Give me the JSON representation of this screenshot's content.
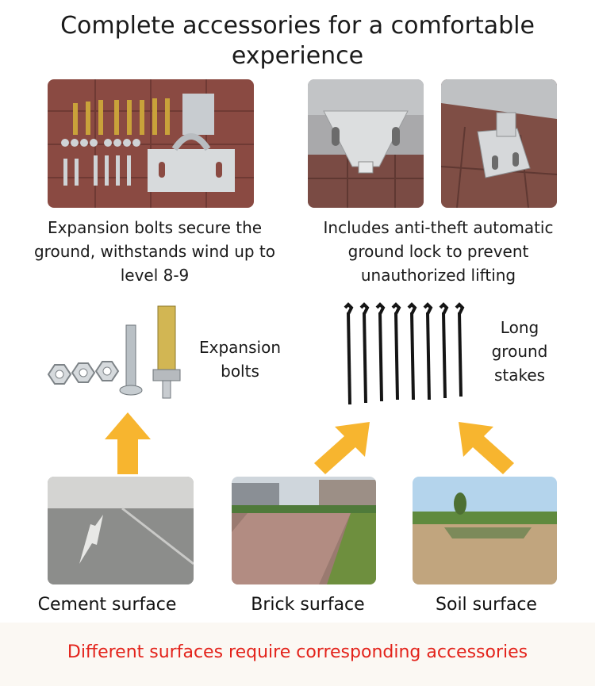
{
  "title": "Complete accessories for a comfortable experience",
  "captions": {
    "left": "Expansion bolts secure the ground, withstands wind up to level 8-9",
    "right": "Includes anti-theft automatic ground lock to prevent unauthorized lifting"
  },
  "labels": {
    "bolts": "Expansion bolts",
    "stakes": "Long ground stakes"
  },
  "surfaces": {
    "cement": "Cement surface",
    "brick": "Brick surface",
    "soil": "Soil surface"
  },
  "footer": "Different surfaces require corresponding accessories",
  "colors": {
    "arrow": "#f7b52f",
    "footer_text": "#e3231b"
  }
}
